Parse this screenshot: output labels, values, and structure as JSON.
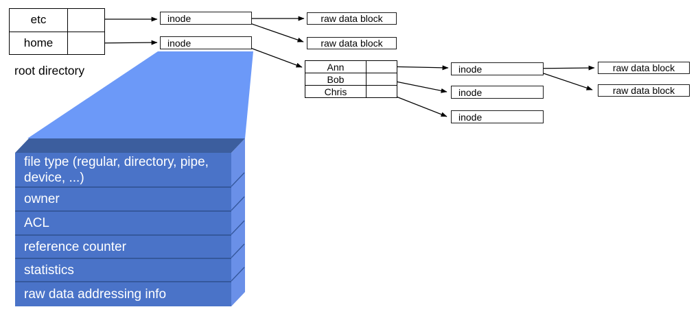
{
  "colors": {
    "funnel": "#6c99f8",
    "face": "#4a73c8",
    "bevel-top": "#3c5e9e",
    "bevel-right": "#6a90e8",
    "separator": "#35589c",
    "line": "#000000",
    "box-bg": "#ffffff",
    "text-dark": "#000000",
    "text-light": "#ffffff"
  },
  "root_directory": {
    "label": "root directory",
    "entries": [
      {
        "name": "etc"
      },
      {
        "name": "home"
      }
    ]
  },
  "top_level": {
    "inodes": [
      {
        "label": "inode"
      },
      {
        "label": "inode"
      }
    ],
    "raw_blocks": [
      {
        "label": "raw data block"
      },
      {
        "label": "raw data block"
      }
    ]
  },
  "home_directory": {
    "entries": [
      {
        "name": "Ann"
      },
      {
        "name": "Bob"
      },
      {
        "name": "Chris"
      }
    ]
  },
  "user_level": {
    "inodes": [
      {
        "label": "inode"
      },
      {
        "label": "inode"
      },
      {
        "label": "inode"
      }
    ],
    "raw_blocks": [
      {
        "label": "raw data block"
      },
      {
        "label": "raw data block"
      }
    ]
  },
  "inode_detail": {
    "fields": [
      "file type (regular, directory, pipe, device, ...)",
      "owner",
      "ACL",
      "reference counter",
      "statistics",
      "raw data addressing info"
    ]
  }
}
